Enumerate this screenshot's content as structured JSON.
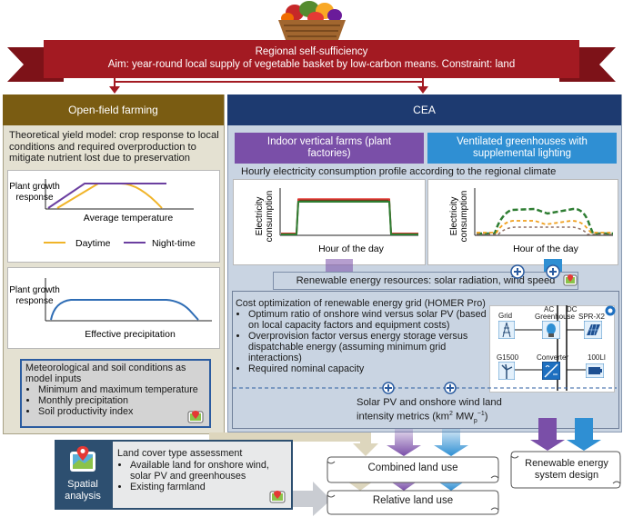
{
  "banner": {
    "title": "Regional self-sufficiency",
    "aim": "Aim: year-round local supply of vegetable basket by low-carbon means. Constraint: land"
  },
  "open_field": {
    "header": "Open-field farming",
    "yield_model": "Theoretical yield model: crop response to local conditions and required overproduction to mitigate nutrient lost due to preservation",
    "chart1": {
      "ylabel": "Plant growth response",
      "xlabel": "Average temperature"
    },
    "legend": {
      "daytime": "Daytime",
      "nighttime": "Night-time"
    },
    "chart2": {
      "ylabel": "Plant growth response",
      "xlabel": "Effective precipitation"
    },
    "inputs": {
      "title": "Meteorological and soil conditions as model inputs",
      "items": [
        "Minimum and maximum temperature",
        "Monthly precipitation",
        "Soil productivity index"
      ]
    }
  },
  "cea": {
    "header": "CEA",
    "vertical_farms": "Indoor vertical farms (plant factories)",
    "greenhouses": "Ventilated greenhouses with supplemental lighting",
    "hourly_profile": "Hourly electricity consumption profile according to the regional climate",
    "chart_left": {
      "ylabel": "Electricity consumption",
      "xlabel": "Hour of the day"
    },
    "chart_right": {
      "ylabel": "Electricity consumption",
      "xlabel": "Hour of the day"
    },
    "renewables": "Renewable energy resources: solar radiation, wind speed",
    "optimization": {
      "title": "Cost optimization of renewable energy grid (HOMER Pro)",
      "items": [
        "Optimum ratio of onshore wind versus solar PV (based on local capacity factors and equipment costs)",
        "Overprovision factor versus energy storage versus dispatchable energy (assuming minimum grid interactions)",
        "Required nominal capacity"
      ]
    },
    "homer": {
      "ac": "AC",
      "dc": "DC",
      "grid": "Grid",
      "greenhouse": "Greenhouse",
      "spr": "SPR-X2",
      "g1500": "G1500",
      "converter": "Converter",
      "battery": "100LI"
    },
    "metrics_line1": "Solar PV and onshore wind land",
    "metrics_line2": "intensity metrics (km",
    "metrics_sup": "2",
    "metrics_mid": " MW",
    "metrics_sub": "p",
    "metrics_sup2": "−1",
    "metrics_end": ")"
  },
  "spatial": {
    "label": "Spatial analysis",
    "assessment_title": "Land cover type assessment",
    "items": [
      "Available land for onshore wind, solar PV and greenhouses",
      "Existing farmland"
    ]
  },
  "outputs": {
    "combined": "Combined land use",
    "relative": "Relative land use",
    "design": "Renewable energy system design"
  },
  "colors": {
    "banner_red": "#a31a22",
    "open_field_header": "#7a5c12",
    "open_field_bg": "#e4e1d2",
    "cea_header": "#1d3a70",
    "cea_bg": "#c9d4e2",
    "purple": "#7a4fa8",
    "blue": "#2f8fd3",
    "daytime": "#f0b429",
    "nighttime": "#6b3fa0",
    "green": "#2e7d32"
  }
}
